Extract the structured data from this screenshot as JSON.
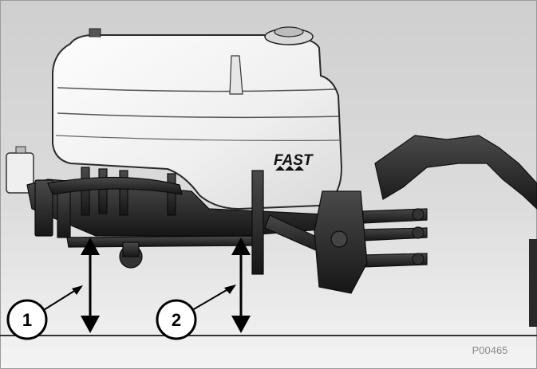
{
  "figure": {
    "callouts": [
      {
        "label": "1"
      },
      {
        "label": "2"
      }
    ],
    "image_code": "P00465",
    "brand_logo": "FAST",
    "colors": {
      "background_top": "#d2d2d2",
      "background_bottom": "#f3f3f3",
      "frame": "#262626",
      "tank": "#f4f4f4",
      "tank_outline": "#2a2a2a",
      "ground_line": "#333333"
    }
  }
}
